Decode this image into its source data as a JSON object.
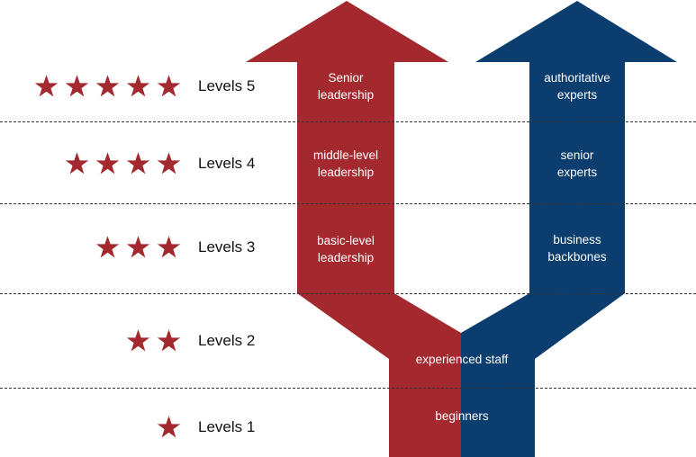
{
  "colors": {
    "management": "#a4292e",
    "professional": "#0b3d6e",
    "star": "#a4292e",
    "divider": "#333333"
  },
  "levels": [
    {
      "label": "Levels 5",
      "stars": 5
    },
    {
      "label": "Levels 4",
      "stars": 4
    },
    {
      "label": "Levels 3",
      "stars": 3
    },
    {
      "label": "Levels 2",
      "stars": 2
    },
    {
      "label": "Levels 1",
      "stars": 1
    }
  ],
  "management_track": {
    "level5": [
      "Senior",
      "leadership"
    ],
    "level4": [
      "middle-level",
      "leadership"
    ],
    "level3": [
      "basic-level",
      "leadership"
    ]
  },
  "professional_track": {
    "level5": [
      "authoritative",
      "experts"
    ],
    "level4": [
      "senior",
      "experts"
    ],
    "level3": [
      "business",
      "backbones"
    ]
  },
  "shared_track": {
    "level2": "experienced staff",
    "level1": "beginners"
  }
}
